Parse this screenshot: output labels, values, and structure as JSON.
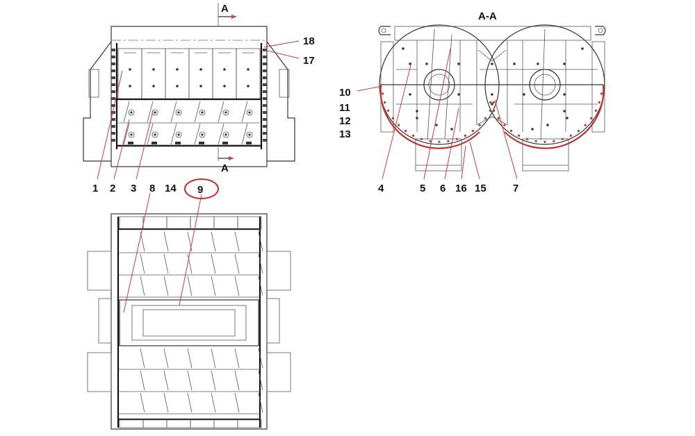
{
  "section_marks": {
    "top": "A",
    "bottom": "A"
  },
  "section_title": "A-A",
  "callouts": {
    "n1": "1",
    "n2": "2",
    "n3": "3",
    "n4": "4",
    "n5": "5",
    "n6": "6",
    "n7": "7",
    "n8": "8",
    "n9": "9",
    "n10": "10",
    "n11": "11",
    "n12": "12",
    "n13": "13",
    "n14": "14",
    "n15": "15",
    "n16": "16",
    "n17": "17",
    "n18": "18"
  },
  "highlight": {
    "label": "9",
    "color": "#d22b2b"
  },
  "colors": {
    "line": "#222222",
    "leader": "#d23a3a",
    "liner": "#c73030"
  }
}
